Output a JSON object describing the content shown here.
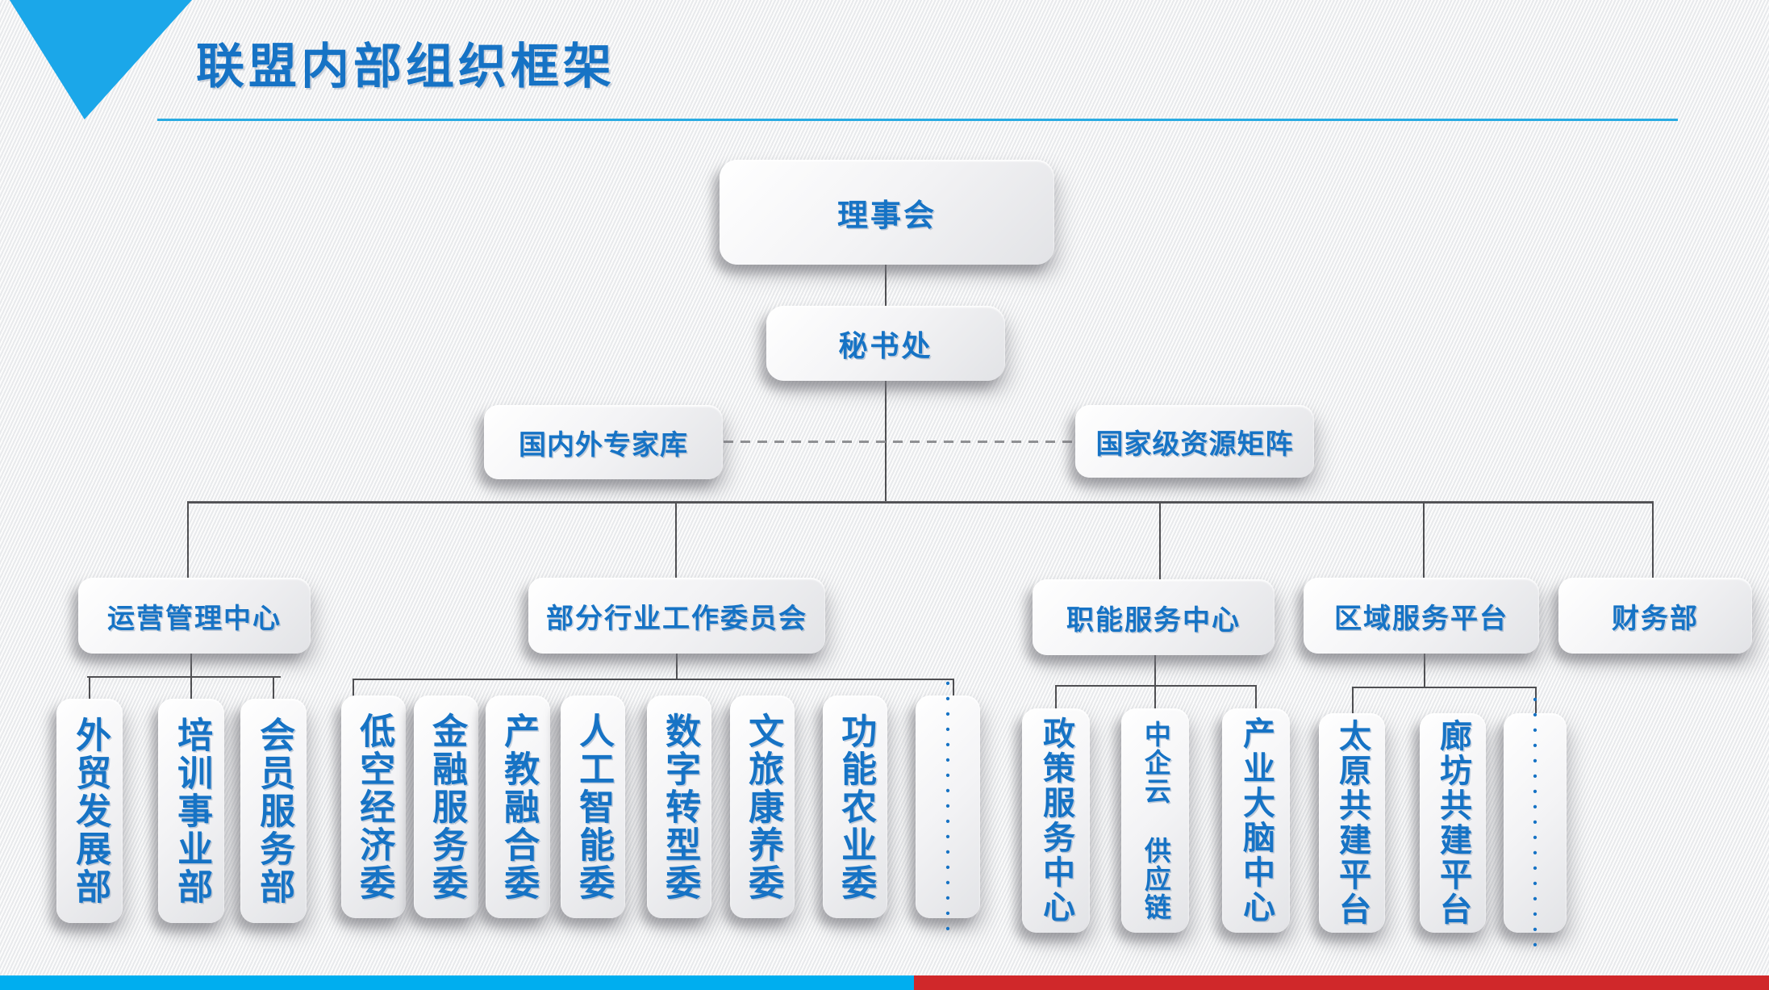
{
  "slide": {
    "title": "联盟内部组织框架",
    "colors": {
      "title_blue": "#1673C5",
      "accent_underline": "#29ABE2",
      "corner_triangle": "#1BA7E9",
      "node_text_blue": "#1673C5",
      "connector_gray": "#4f4f52",
      "footer_left_blue": "#00AEEF",
      "footer_right_red": "#D0282A"
    }
  },
  "org": {
    "root": "理事会",
    "secretariat": "秘书处",
    "left_aside": "国内外专家库",
    "right_aside": "国家级资源矩阵",
    "branches": [
      {
        "label": "运营管理中心",
        "children": [
          "外贸发展部",
          "培训事业部",
          "会员服务部"
        ]
      },
      {
        "label": "部分行业工作委员会",
        "children": [
          "低空经济委",
          "金融服务委",
          "产教融合委",
          "人工智能委",
          "数字转型委",
          "文旅康养委",
          "功能农业委",
          "•••••••••••••••••"
        ]
      },
      {
        "label": "职能服务中心",
        "children": [
          "政策服务中心",
          "中企云 供应链",
          "产业大脑中心"
        ]
      },
      {
        "label": "区域服务平台",
        "children": [
          "太原共建平台",
          "廊坊共建平台",
          "•••••••••••••••••"
        ]
      },
      {
        "label": "财务部",
        "children": []
      }
    ]
  }
}
